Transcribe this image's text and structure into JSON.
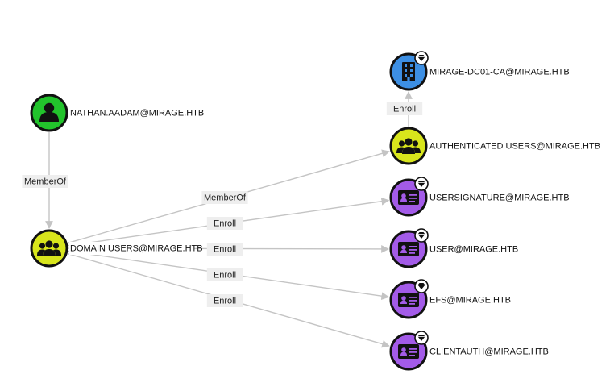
{
  "colors": {
    "user": "#22c32c",
    "group": "#d8e51c",
    "template": "#a35be8",
    "ca": "#3d8fe3",
    "edge": "#c4c4c4"
  },
  "nodes": [
    {
      "id": "nathan",
      "label": "NATHAN.AADAM@MIRAGE.HTB",
      "kind": "user",
      "icon": "user-icon",
      "badge": false
    },
    {
      "id": "domain_users",
      "label": "DOMAIN USERS@MIRAGE.HTB",
      "kind": "group",
      "icon": "group-icon",
      "badge": false
    },
    {
      "id": "dc_ca",
      "label": "MIRAGE-DC01-CA@MIRAGE.HTB",
      "kind": "ca",
      "icon": "building-icon",
      "badge": true
    },
    {
      "id": "auth_users",
      "label": "AUTHENTICATED USERS@MIRAGE.HTB",
      "kind": "group",
      "icon": "group-icon",
      "badge": false
    },
    {
      "id": "usersignature",
      "label": "USERSIGNATURE@MIRAGE.HTB",
      "kind": "template",
      "icon": "id-card-icon",
      "badge": true
    },
    {
      "id": "user_tpl",
      "label": "USER@MIRAGE.HTB",
      "kind": "template",
      "icon": "id-card-icon",
      "badge": true
    },
    {
      "id": "efs",
      "label": "EFS@MIRAGE.HTB",
      "kind": "template",
      "icon": "id-card-icon",
      "badge": true
    },
    {
      "id": "clientauth",
      "label": "CLIENTAUTH@MIRAGE.HTB",
      "kind": "template",
      "icon": "id-card-icon",
      "badge": true
    }
  ],
  "edges": [
    {
      "from": "nathan",
      "to": "domain_users",
      "label": "MemberOf"
    },
    {
      "from": "domain_users",
      "to": "auth_users",
      "label": "MemberOf"
    },
    {
      "from": "auth_users",
      "to": "dc_ca",
      "label": "Enroll"
    },
    {
      "from": "domain_users",
      "to": "usersignature",
      "label": "Enroll"
    },
    {
      "from": "domain_users",
      "to": "user_tpl",
      "label": "Enroll"
    },
    {
      "from": "domain_users",
      "to": "efs",
      "label": "Enroll"
    },
    {
      "from": "domain_users",
      "to": "clientauth",
      "label": "Enroll"
    }
  ]
}
